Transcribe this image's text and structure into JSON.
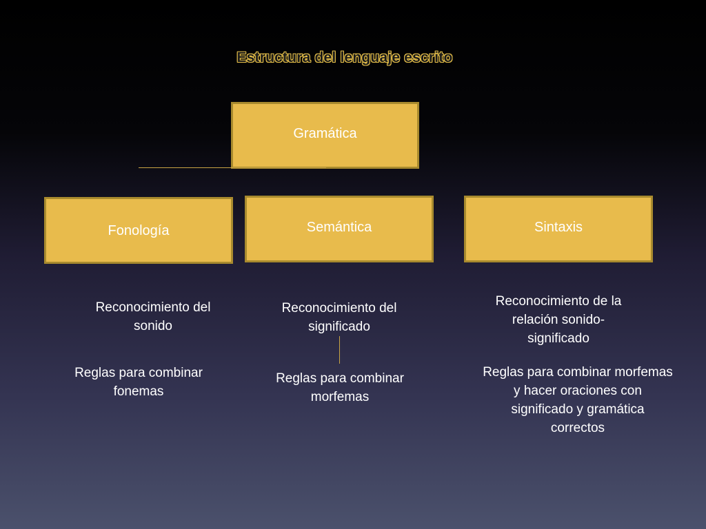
{
  "title": "Estructura del lenguaje escrito",
  "root": {
    "label": "Gramática"
  },
  "branches": [
    {
      "label": "Fonología",
      "description": "Reconocimiento del sonido",
      "rule": "Reglas para combinar fonemas"
    },
    {
      "label": "Semántica",
      "description": "Reconocimiento del significado",
      "rule": "Reglas para combinar morfemas"
    },
    {
      "label": "Sintaxis",
      "description": "Reconocimiento de la relación sonido-significado",
      "rule": "Reglas para combinar morfemas y hacer oraciones con significado y gramática correctos"
    }
  ],
  "colors": {
    "box_fill": "#e8bb4c",
    "box_border": "#a88a2e",
    "connector": "#c9a545",
    "text": "#ffffff"
  }
}
